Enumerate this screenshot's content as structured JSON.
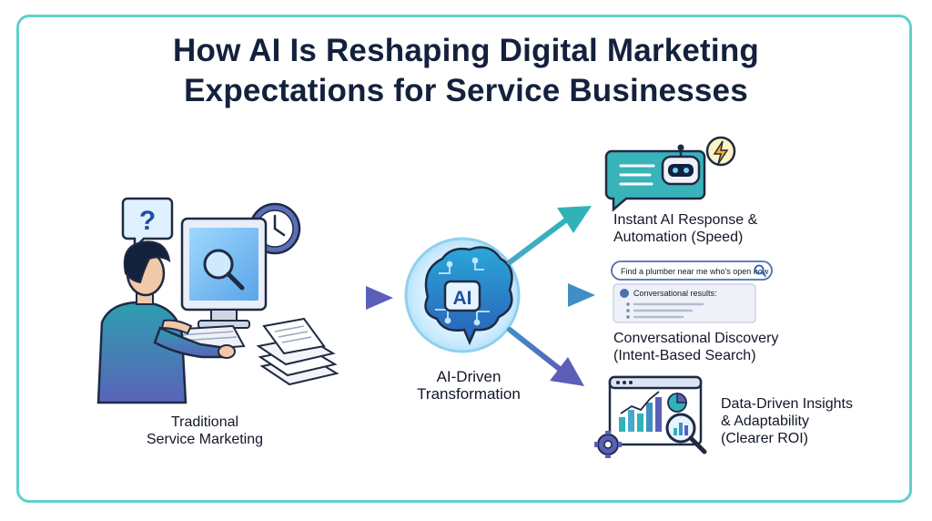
{
  "title": {
    "line1": "How AI Is Reshaping Digital Marketing",
    "line2": "Expectations for Service Businesses"
  },
  "traditional": {
    "line1": "Traditional",
    "line2": "Service Marketing",
    "question_mark": "?"
  },
  "ai": {
    "badge": "AI",
    "line1": "AI-Driven",
    "line2": "Transformation"
  },
  "outcomes": [
    {
      "line1": "Instant AI Response &",
      "line2": "Automation (Speed)"
    },
    {
      "line1": "Conversational Discovery",
      "line2": "(Intent-Based Search)",
      "search_query": "Find a plumber near me who's open now",
      "results_heading": "Conversational results:"
    },
    {
      "line1": "Data-Driven Insights",
      "line2": "& Adaptability",
      "line3": "(Clearer ROI)"
    }
  ],
  "colors": {
    "accent_teal": "#2fb3b8",
    "accent_purple": "#5b5fb8",
    "frame": "#5fd0cc",
    "title": "#14213d"
  }
}
